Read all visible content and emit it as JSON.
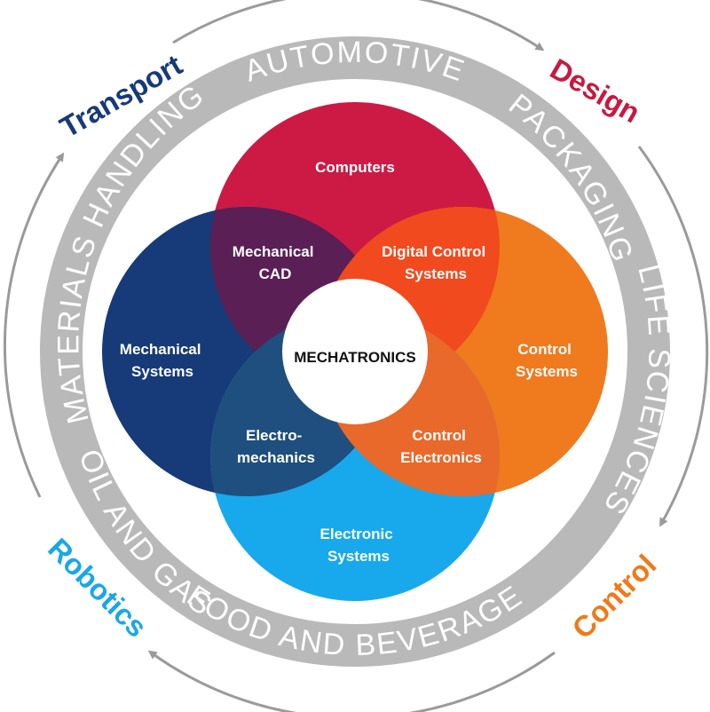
{
  "center": {
    "label": "MECHATRONICS"
  },
  "circles": {
    "top": {
      "label": [
        "Computers"
      ]
    },
    "left": {
      "label": [
        "Mechanical",
        "Systems"
      ]
    },
    "right": {
      "label": [
        "Control",
        "Systems"
      ]
    },
    "bottom": {
      "label": [
        "Electronic",
        "Systems"
      ]
    }
  },
  "overlaps": {
    "top_left": {
      "label": [
        "Mechanical",
        "CAD"
      ]
    },
    "top_right": {
      "label": [
        "Digital Control",
        "Systems"
      ]
    },
    "bottom_left": {
      "label": [
        "Electro-",
        "mechanics"
      ]
    },
    "bottom_right": {
      "label": [
        "Control",
        "Electronics"
      ]
    }
  },
  "industries": {
    "automotive": "AUTOMOTIVE",
    "packaging": "PACKAGING",
    "life_sciences": "LIFE SCIENCES",
    "food_and_beverage": "FOOD AND BEVERAGE",
    "oil_and_gas": "OIL AND GAS",
    "materials_handling": "MATERIALS HANDLING"
  },
  "applications": {
    "transport": {
      "label": "Transport",
      "color": "#173a78"
    },
    "design": {
      "label": "Design",
      "color": "#c8193f"
    },
    "control": {
      "label": "Control",
      "color": "#ef7a1a"
    },
    "robotics": {
      "label": "Robotics",
      "color": "#1aa7e6"
    }
  },
  "colors": {
    "ring": "#b9b9b9",
    "arrow": "#9a9a9a",
    "computers": "#cc1a45",
    "mechanical": "#173a78",
    "control": "#f07a1e",
    "electronic": "#18a9ec",
    "mechanical_cad": "#5a1f55",
    "digital_control": "#f04a1e",
    "electro_mechanics": "#1f4f7e",
    "control_electronics": "#e8692a",
    "center": "#ffffff"
  }
}
